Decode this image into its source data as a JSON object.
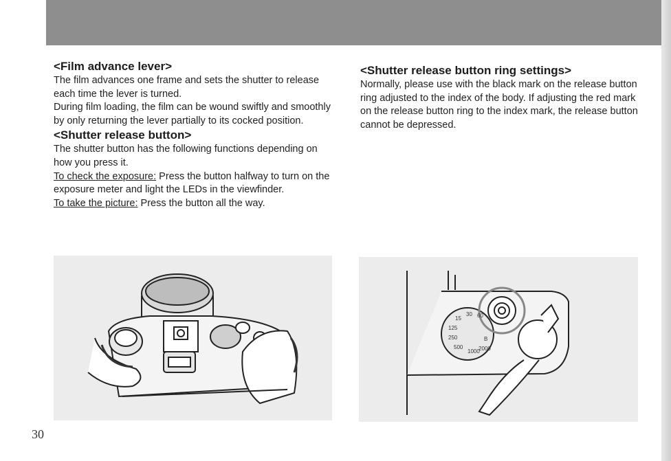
{
  "left_column": {
    "section1": {
      "heading": "<Film advance lever>",
      "p1": "The film advances one frame and sets the shutter to release each time the lever is turned.",
      "p2": "During film loading, the film can be wound swiftly and smoothly by only returning the lever partially to its cocked position."
    },
    "section2": {
      "heading": "<Shutter release button>",
      "p1": "The shutter button has the following functions depending on how you press it.",
      "check_label": "To check the exposure:",
      "check_text": " Press the button halfway to turn on the exposure meter and light the LEDs in the viewfinder.",
      "take_label": "To take the picture:",
      "take_text": " Press the button all the way."
    }
  },
  "right_column": {
    "heading": "<Shutter release button ring settings>",
    "p1": "Normally, please use with the black mark on the release button ring adjusted to the index of the body. If adjusting the red mark on the release button ring to the index mark, the release button cannot be depressed."
  },
  "figure_right": {
    "dial_numbers": [
      "15",
      "30",
      "60",
      "125",
      "250",
      "500",
      "1000",
      "B",
      "2000"
    ]
  },
  "page_number": "30"
}
